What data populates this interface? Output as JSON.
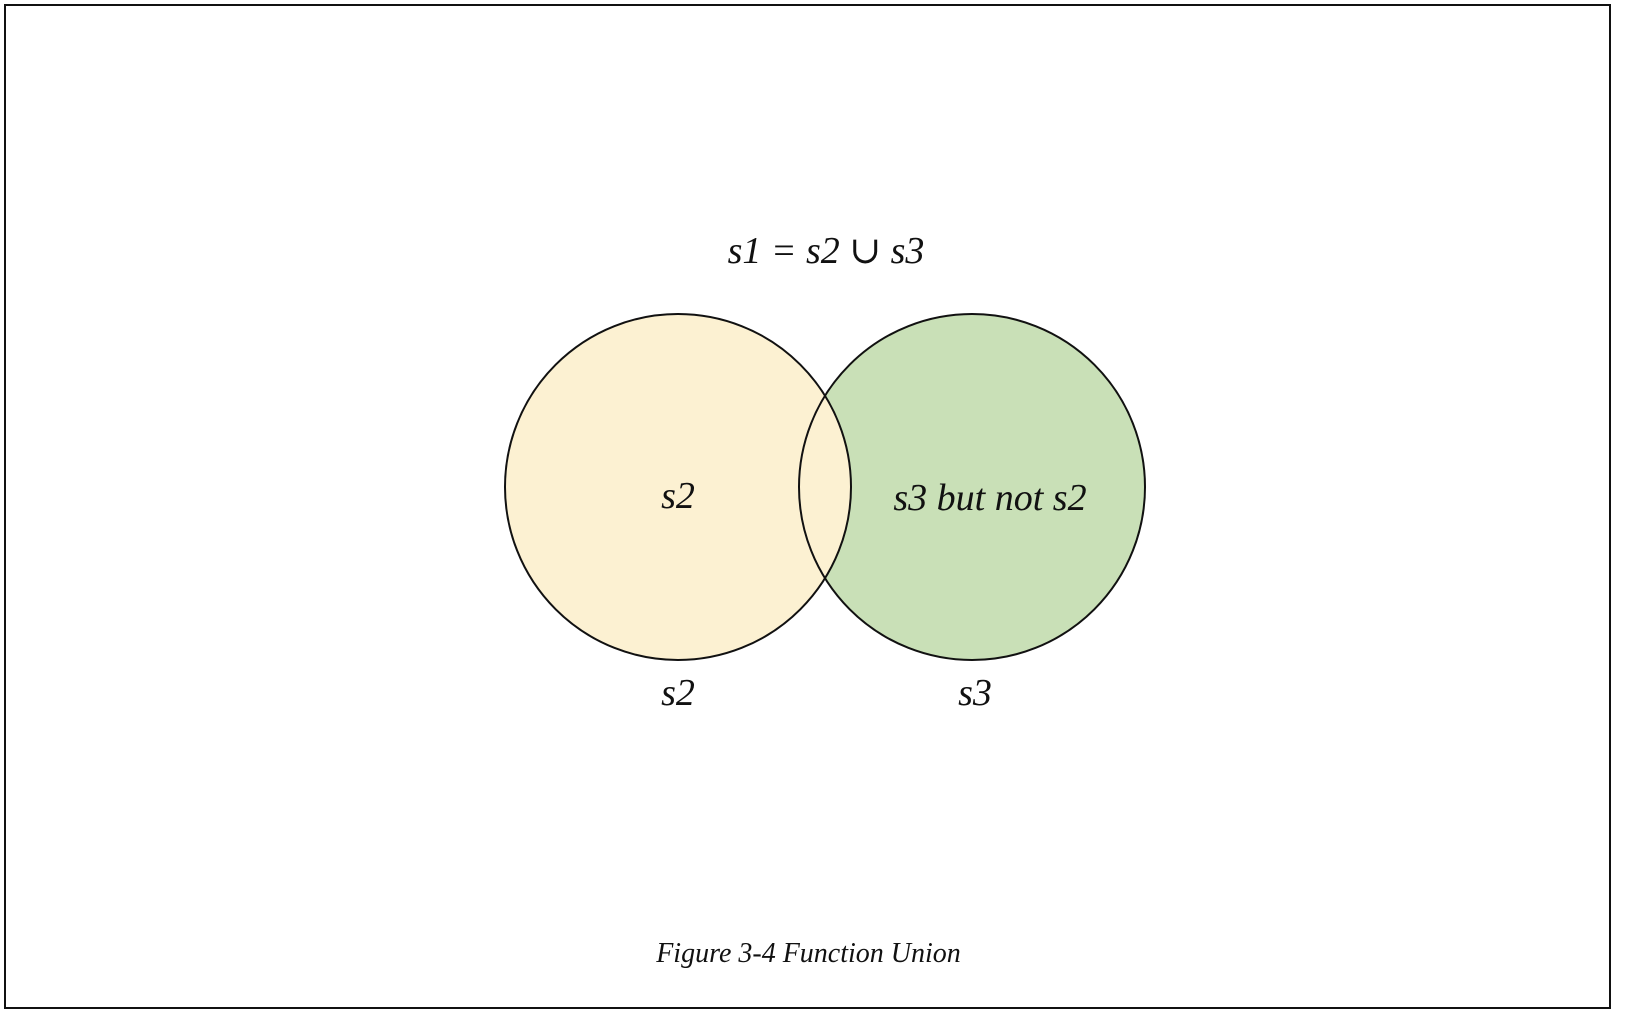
{
  "figure": {
    "equation": "s1 = s2 ∪ s3",
    "caption": "Figure 3-4 Function Union"
  },
  "sets": [
    {
      "id": "s2",
      "inner_label": "s2",
      "outer_label": "s2",
      "fill": "#fcf1d2"
    },
    {
      "id": "s3",
      "inner_label": "s3 but not s2",
      "outer_label": "s3",
      "fill": "#c9e0b7"
    }
  ],
  "colors": {
    "stroke": "#111111",
    "background": "#ffffff"
  }
}
